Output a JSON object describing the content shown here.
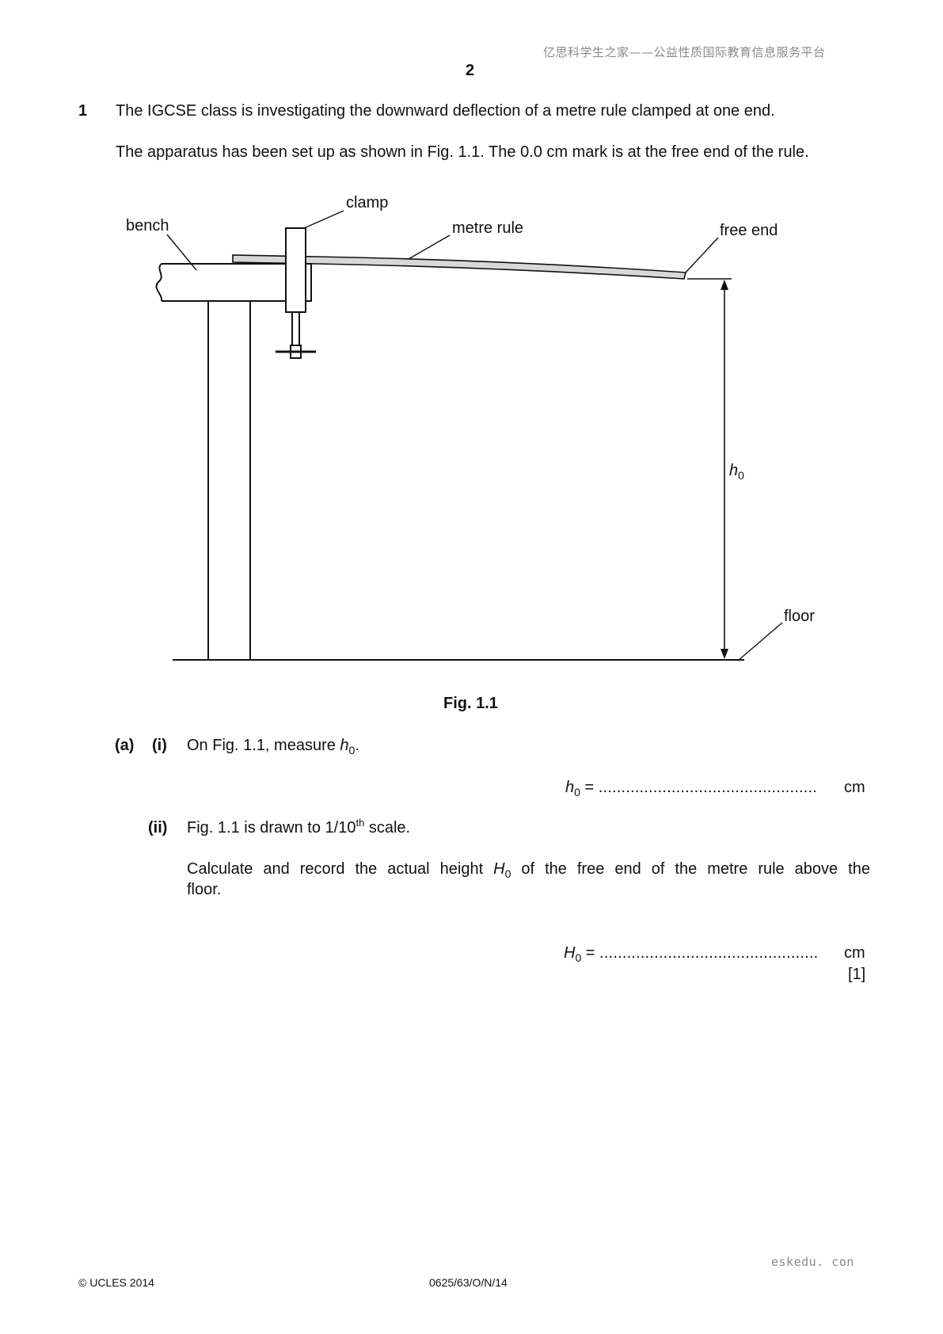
{
  "header": {
    "watermark": "亿思科学生之家——公益性质国际教育信息服务平台",
    "page_number": "2"
  },
  "question": {
    "number": "1",
    "intro": "The IGCSE class is investigating the downward deflection of a metre rule clamped at one end.",
    "setup": "The apparatus has been set up as shown in Fig. 1.1. The 0.0 cm mark is at the free end of the rule."
  },
  "figure": {
    "labels": {
      "clamp": "clamp",
      "bench": "bench",
      "metre_rule": "metre rule",
      "free_end": "free end",
      "h0_symbol": "h",
      "h0_subscript": "0",
      "floor": "floor"
    },
    "caption": "Fig. 1.1"
  },
  "part_a": {
    "label": "(a)",
    "i": {
      "label": "(i)",
      "text_before": "On Fig. 1.1, measure ",
      "symbol": "h",
      "subscript": "0",
      "text_after": ".",
      "answer_symbol": "h",
      "answer_subscript": "0",
      "answer_equals": " = ",
      "answer_dots": "................................................",
      "answer_unit": "cm"
    },
    "ii": {
      "label": "(ii)",
      "scale_text_before": "Fig. 1.1 is drawn to 1/10",
      "scale_sup": "th",
      "scale_text_after": " scale.",
      "calc_text_before": "Calculate and record the actual height ",
      "calc_symbol": "H",
      "calc_subscript": "0",
      "calc_text_after": " of the free end of the metre rule above the",
      "calc_text_line2": "floor.",
      "answer_symbol": "H",
      "answer_subscript": "0",
      "answer_equals": " = ",
      "answer_dots": "................................................",
      "answer_unit": "cm",
      "marks": "[1]"
    }
  },
  "footer": {
    "site": "eskedu. con",
    "copyright": "© UCLES 2014",
    "code": "0625/63/O/N/14"
  }
}
